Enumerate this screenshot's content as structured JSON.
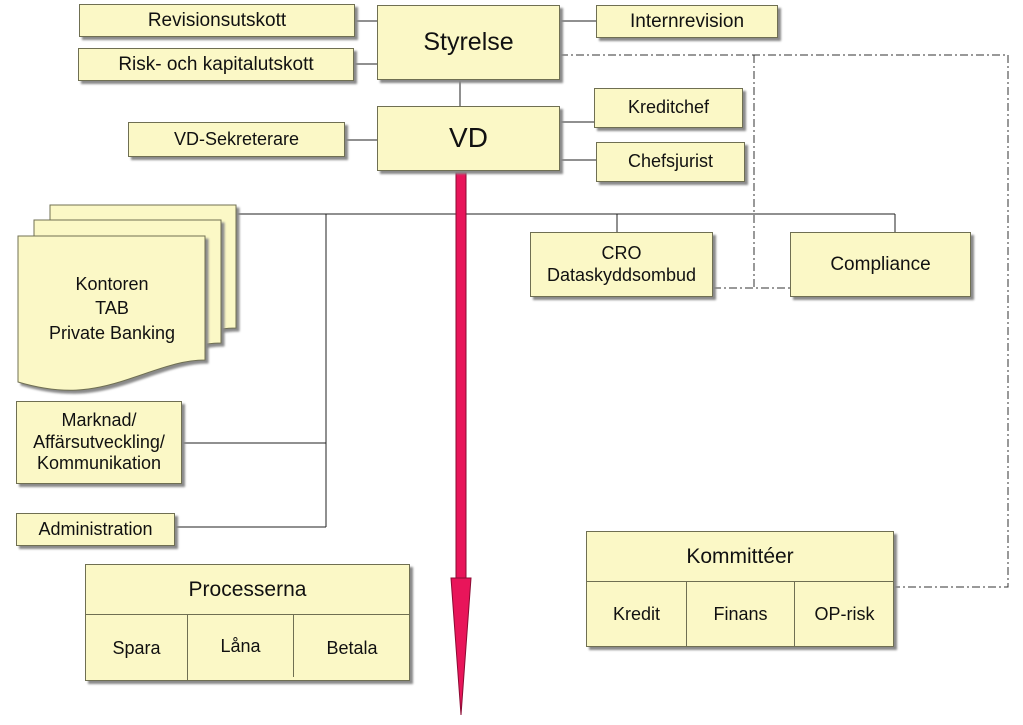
{
  "board": {
    "styrelse": "Styrelse",
    "revisionsutskott": "Revisionsutskott",
    "risk_kapitalutskott": "Risk- och kapitalutskott",
    "internrevision": "Internrevision"
  },
  "management": {
    "vd": "VD",
    "vd_sekreterare": "VD-Sekreterare",
    "kreditchef": "Kreditchef",
    "chefsjurist": "Chefsjurist"
  },
  "control": {
    "cro_line1": "CRO",
    "cro_line2": "Dataskyddsombud",
    "compliance": "Compliance"
  },
  "units": {
    "kontoren_lines": [
      "Kontoren",
      "TAB",
      "Private Banking"
    ],
    "marknad_lines": [
      "Marknad/",
      "Affärsutveckling/",
      "Kommunikation"
    ],
    "administration": "Administration"
  },
  "processes": {
    "title": "Processerna",
    "items": [
      "Spara",
      "Låna",
      "Betala"
    ]
  },
  "committees": {
    "title": "Kommittéer",
    "items": [
      "Kredit",
      "Finans",
      "OP-risk"
    ]
  },
  "colors": {
    "box_fill": "#fbf8c6",
    "arrow": "#e8155a"
  }
}
